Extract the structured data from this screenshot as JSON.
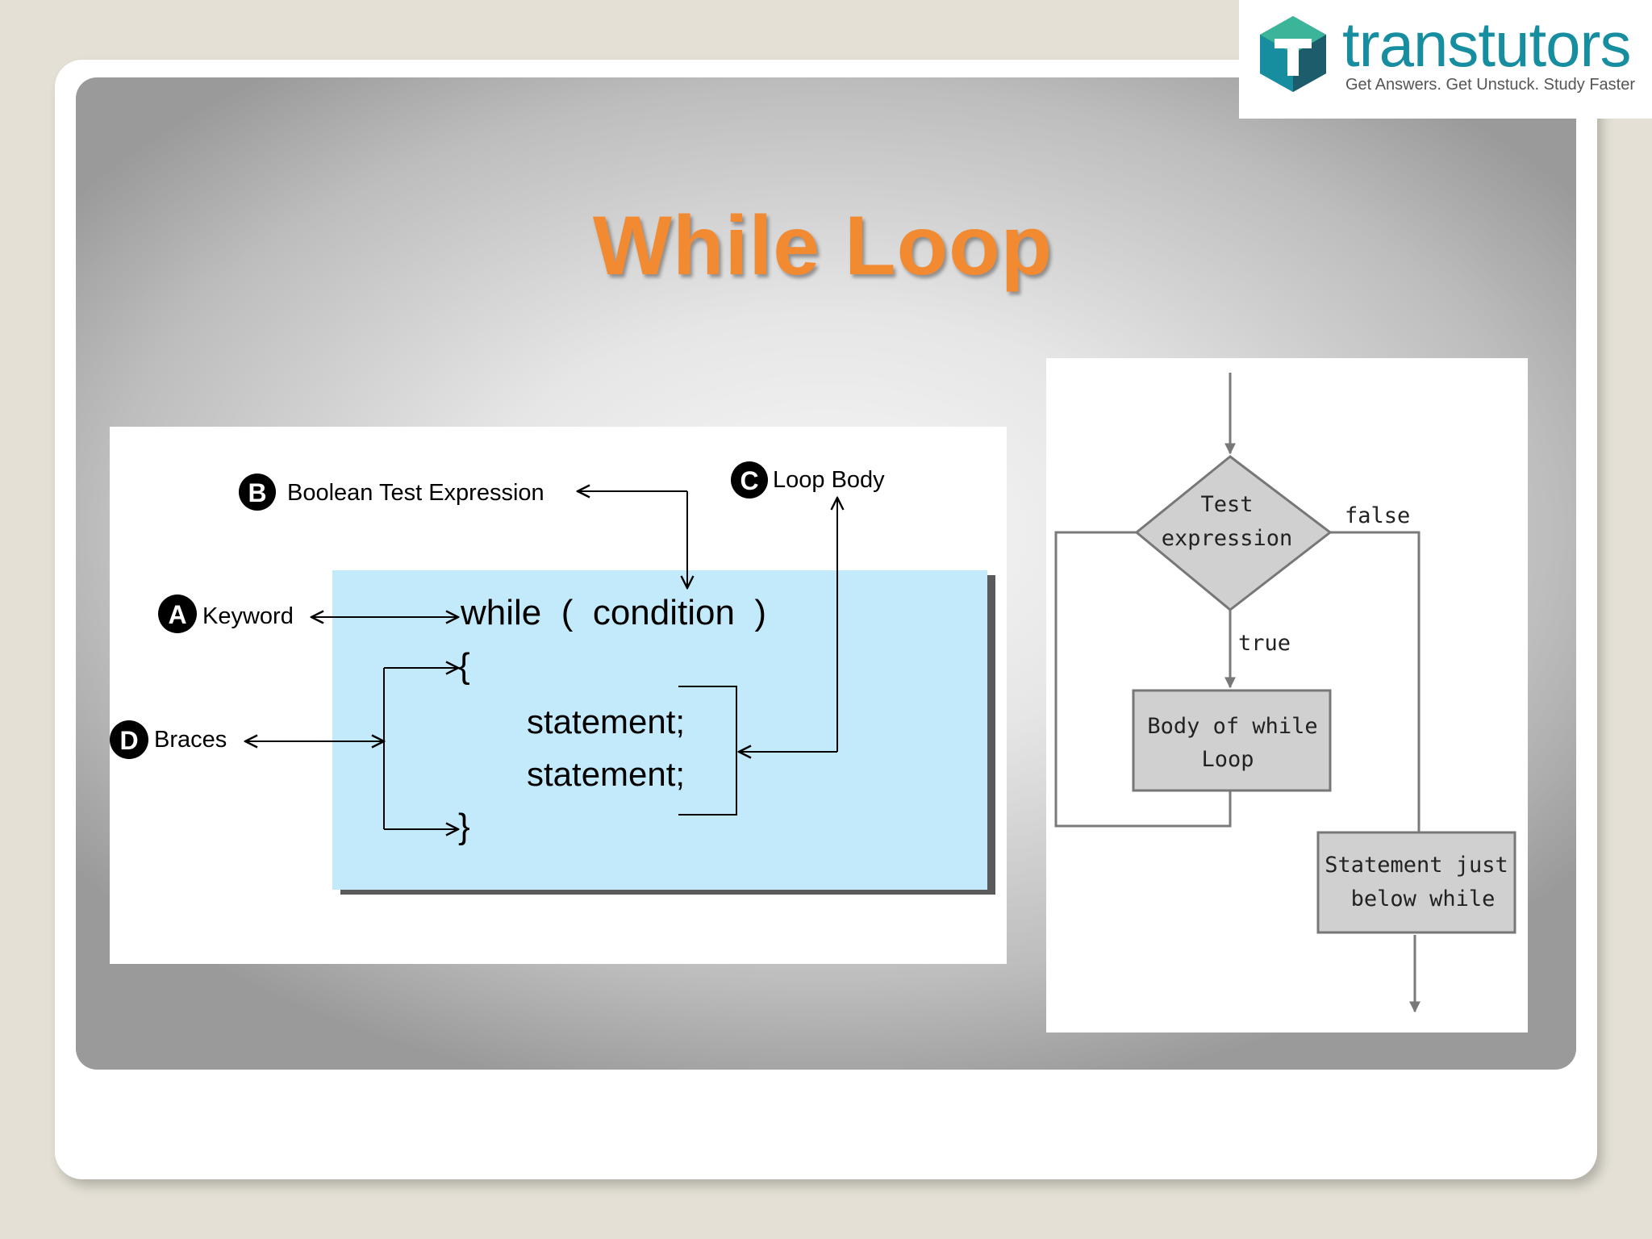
{
  "slide": {
    "title": "While Loop"
  },
  "logo": {
    "brand": "transtutors",
    "tagline": "Get Answers. Get Unstuck. Study Faster",
    "colors": {
      "teal": "#178ea0",
      "dark": "#1d5c6b",
      "green": "#3bb59a"
    }
  },
  "syntax_diagram": {
    "code": {
      "while_line": "while  (  condition  )",
      "open_brace": "{",
      "statement_1": "statement;",
      "statement_2": "statement;",
      "close_brace": "}"
    },
    "labels": {
      "a": {
        "badge": "A",
        "text": "Keyword"
      },
      "b": {
        "badge": "B",
        "text": "Boolean Test Expression"
      },
      "c": {
        "badge": "C",
        "text": "Loop Body"
      },
      "d": {
        "badge": "D",
        "text": "Braces"
      }
    },
    "colors": {
      "code_box": "#c3eafa",
      "box_shadow": "#5a5a5a"
    }
  },
  "flowchart": {
    "decision": {
      "line1": "Test",
      "line2": "expression"
    },
    "true_label": "true",
    "false_label": "false",
    "body": {
      "line1": "Body of while",
      "line2": "Loop"
    },
    "exit": {
      "line1": "Statement just",
      "line2": "below while"
    },
    "colors": {
      "node_fill": "#d0d0d0",
      "stroke": "#777777"
    }
  },
  "colors": {
    "title": "#f28a32",
    "page_background": "#e4e0d5"
  }
}
